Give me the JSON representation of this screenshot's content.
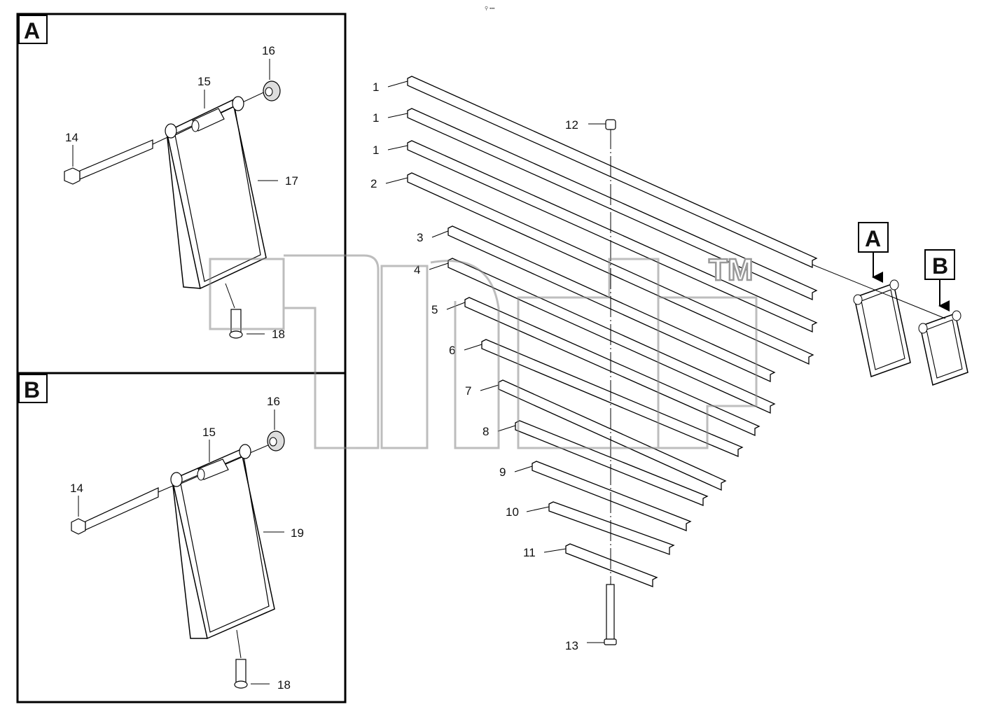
{
  "header": {
    "mark": "⚲ ▪▪▪"
  },
  "inset_a": {
    "label": "A",
    "parts": {
      "p14": "14",
      "p15": "15",
      "p16": "16",
      "p17": "17",
      "p18": "18"
    }
  },
  "inset_b": {
    "label": "B",
    "parts": {
      "p14": "14",
      "p15": "15",
      "p16": "16",
      "p19": "19",
      "p18": "18"
    }
  },
  "main": {
    "leaves": [
      "1",
      "1",
      "1",
      "2",
      "3",
      "4",
      "5",
      "6",
      "7",
      "8",
      "9",
      "10",
      "11"
    ],
    "bolt_top": "12",
    "bolt_bottom": "13",
    "callout_a": "A",
    "callout_b": "B"
  },
  "watermark": {
    "text": "TM"
  }
}
